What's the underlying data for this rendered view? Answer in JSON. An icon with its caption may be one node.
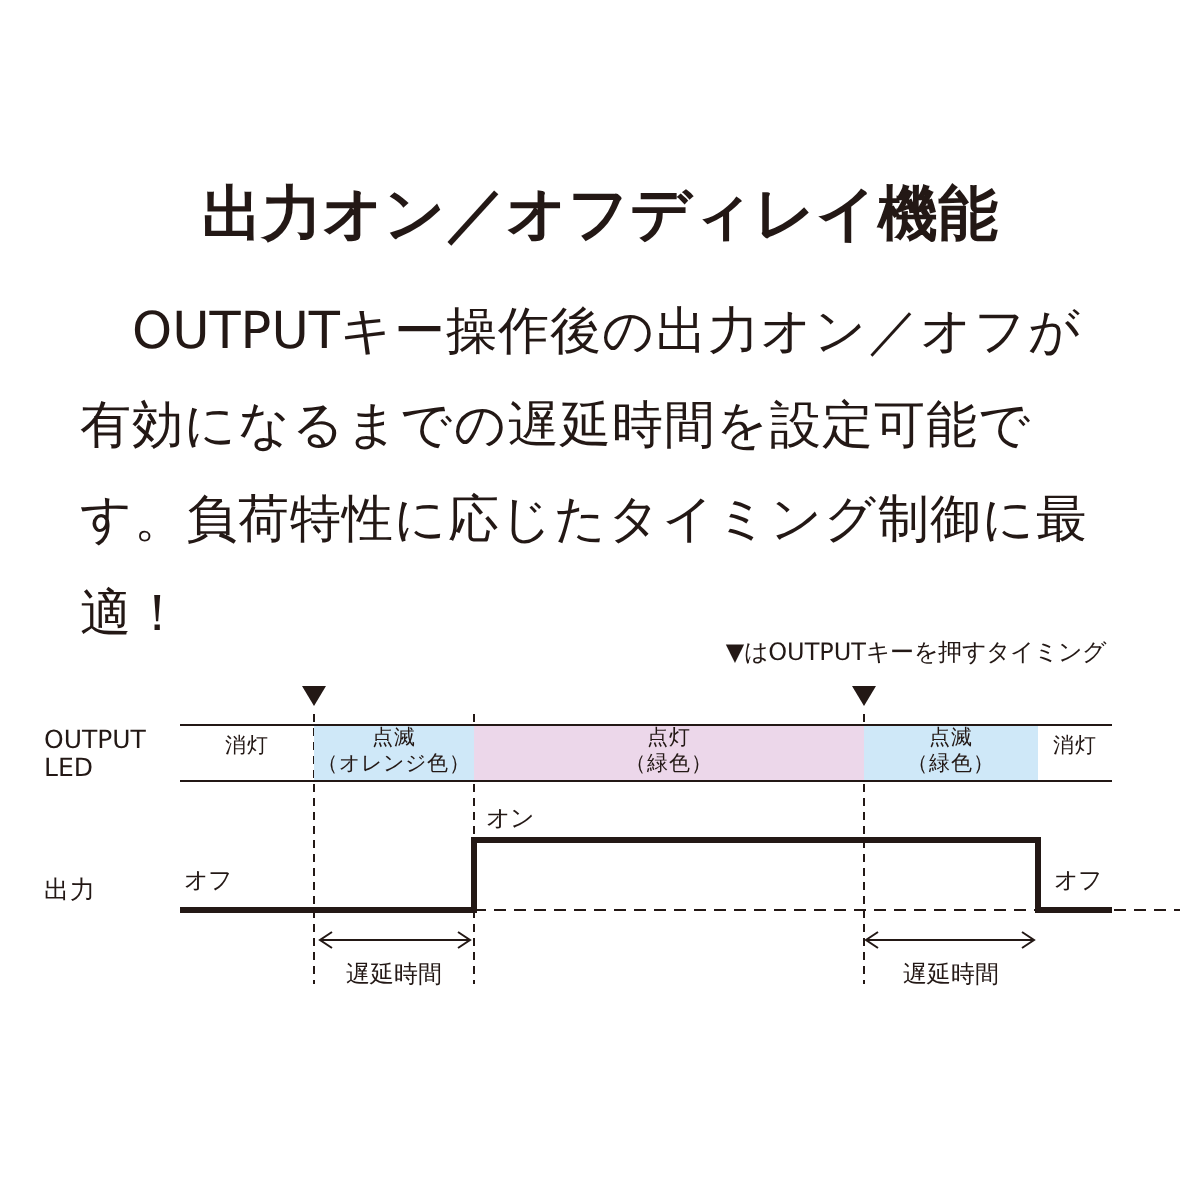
{
  "diagram": {
    "title": "出力オン／オフディレイ機能",
    "nodes": [
      {
        "text": [
          "消灯"
        ]
      },
      {
        "text": [
          "点滅",
          "（オレンジ色）"
        ]
      },
      {
        "text": [
          "点灯",
          "（緑色）"
        ]
      },
      {
        "text": [
          "点滅",
          "（緑色）"
        ]
      },
      {
        "text": [
          "消灯"
        ]
      }
    ],
    "labels": [
      "OUTPUTキー操作後の出力オン／オフが有効になるまでの遅延時間を設定可能です。負荷特性に応じたタイミング制御に最適！",
      "▼はOUTPUTキーを押すタイミング",
      "OUTPUT LED",
      "オン",
      "出力",
      "オフ",
      "オフ",
      "遅延時間",
      "遅延時間"
    ]
  }
}
